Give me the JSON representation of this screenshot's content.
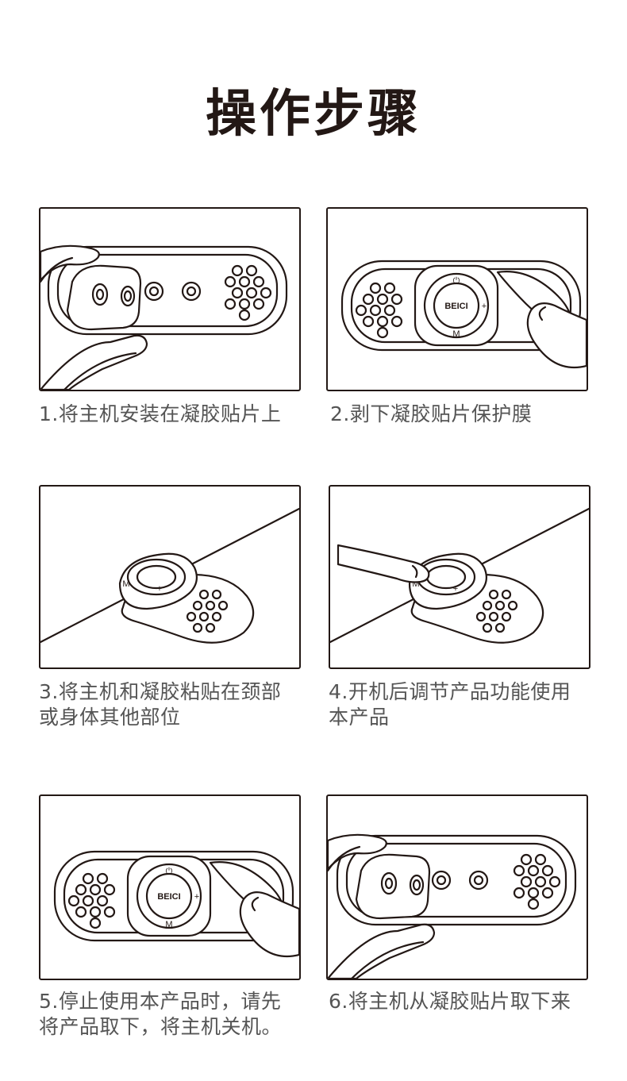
{
  "title": "操作步骤",
  "brand_label": "BEICI",
  "button_labels": {
    "power": "⏻",
    "plus": "+",
    "mode": "M"
  },
  "steps": [
    {
      "lines": [
        "1.将主机安装在凝胶贴片上"
      ]
    },
    {
      "lines": [
        "2.剥下凝胶贴片保护膜"
      ]
    },
    {
      "lines": [
        "3.将主机和凝胶粘贴在颈部",
        "或身体其他部位"
      ]
    },
    {
      "lines": [
        "4.开机后调节产品功能使用",
        "本产品"
      ]
    },
    {
      "lines": [
        "5.停止使用本产品时，请先",
        "将产品取下，将主机关机。"
      ]
    },
    {
      "lines": [
        "6.将主机从凝胶贴片取下来"
      ]
    }
  ]
}
